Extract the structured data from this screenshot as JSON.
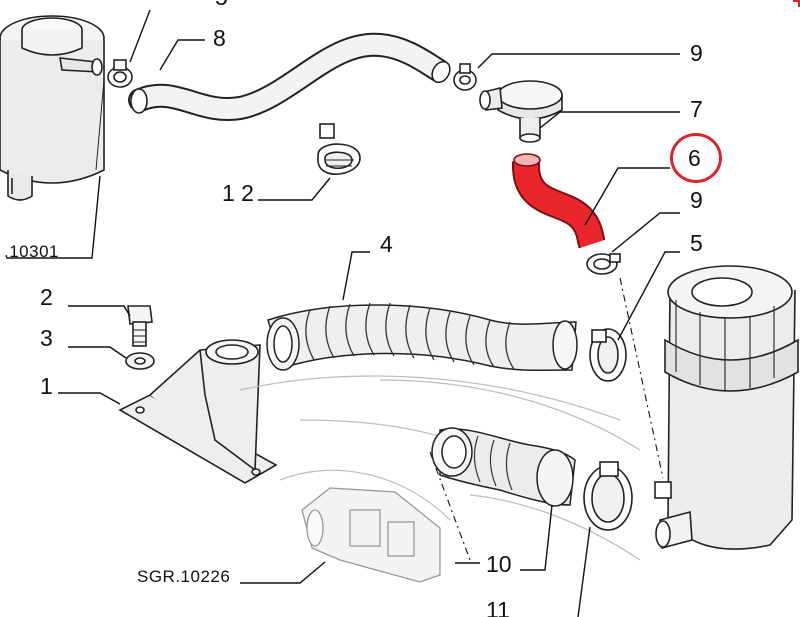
{
  "diagram": {
    "callouts": [
      {
        "id": "c5top",
        "text": "5"
      },
      {
        "id": "c8",
        "text": "8"
      },
      {
        "id": "c9a",
        "text": "9"
      },
      {
        "id": "c7",
        "text": "7"
      },
      {
        "id": "c6",
        "text": "6"
      },
      {
        "id": "c9b",
        "text": "9"
      },
      {
        "id": "c12",
        "text": "1 2"
      },
      {
        "id": "c4",
        "text": "4"
      },
      {
        "id": "c5",
        "text": "5"
      },
      {
        "id": "c2",
        "text": "2"
      },
      {
        "id": "c3",
        "text": "3"
      },
      {
        "id": "c1",
        "text": "1"
      },
      {
        "id": "c10",
        "text": "10"
      },
      {
        "id": "c11",
        "text": "11"
      }
    ],
    "refs": {
      "ref_10301": ".10301",
      "ref_10226": "SGR.10226"
    },
    "highlight": {
      "part": "6",
      "ring_color": "#d9262a",
      "hose_color": "#e8262b"
    }
  }
}
